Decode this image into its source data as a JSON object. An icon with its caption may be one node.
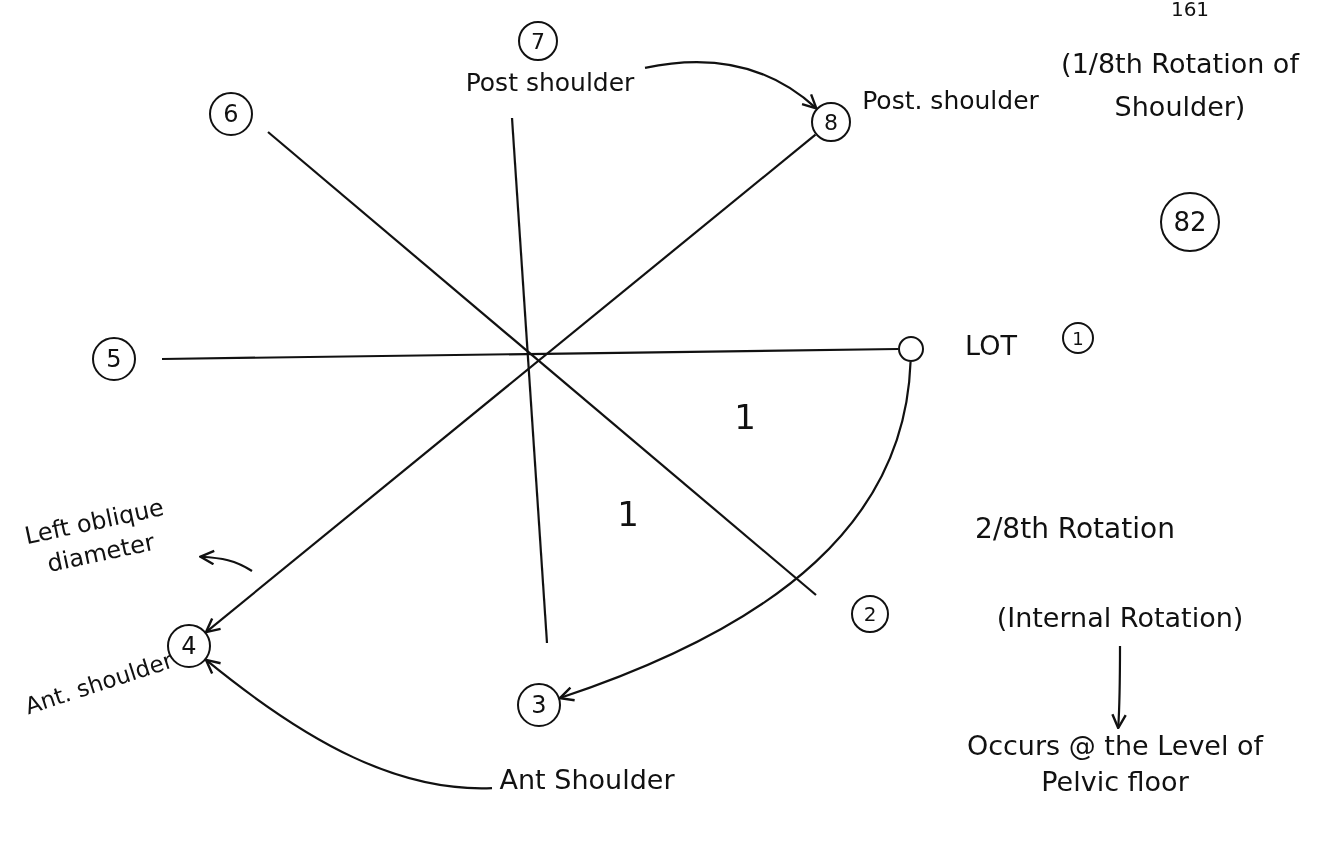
{
  "diagram": {
    "nodes": [
      {
        "text": [
          "7"
        ]
      },
      {
        "text": [
          "Post shoulder"
        ]
      },
      {
        "text": [
          "6"
        ]
      },
      {
        "text": [
          "8"
        ],
        "beside": [
          "Post. shoulder",
          "(1/8th Rotation of Shoulder)"
        ]
      },
      {
        "text": [
          "5"
        ]
      },
      {
        "text": [],
        "shape": "circle",
        "beside": [
          "LOT"
        ]
      },
      {
        "text": [
          "1"
        ]
      },
      {
        "text": [
          "Left oblique diameter"
        ]
      },
      {
        "text": [
          "2"
        ]
      },
      {
        "text": [
          "(Internal Rotation)"
        ]
      },
      {
        "text": [
          "4"
        ],
        "beside": [
          "Ant. shoulder"
        ]
      },
      {
        "text": [
          "3"
        ]
      },
      {
        "text": [
          "Occurs @ the Level of Pelvic floor"
        ]
      },
      {
        "text": [
          "Ant Shoulder"
        ]
      }
    ],
    "edges": [
      {
        "from": 1,
        "to": 3,
        "arrow": "to"
      },
      {
        "from": 5,
        "to": 11,
        "arrow": "to"
      },
      {
        "from": null,
        "to": 7,
        "arrow": "to"
      },
      {
        "from": 9,
        "to": 12,
        "arrow": "to"
      },
      {
        "from": 13,
        "to": 10,
        "arrow": "to"
      },
      {
        "from": 3,
        "to": 10,
        "arrow": "to"
      }
    ],
    "labels": [
      "161",
      "82",
      "1",
      "1",
      "2/8th Rotation"
    ]
  }
}
